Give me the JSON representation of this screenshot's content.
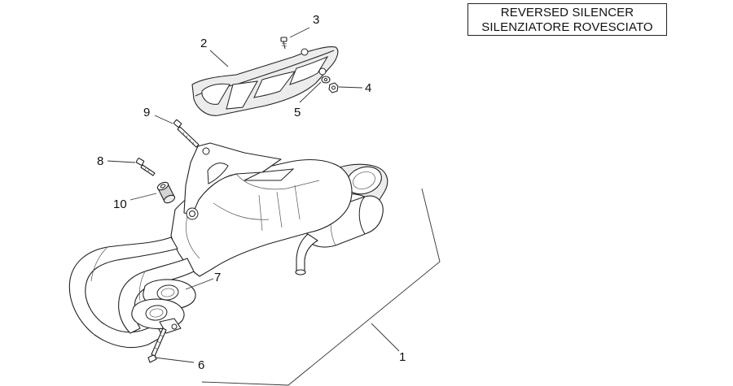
{
  "title_box": {
    "line1": "REVERSED SILENCER",
    "line2": "SILENZIATORE ROVESCIATO"
  },
  "callouts": {
    "c1": "1",
    "c2": "2",
    "c3": "3",
    "c4": "4",
    "c5": "5",
    "c6": "6",
    "c7": "7",
    "c8": "8",
    "c9": "9",
    "c10": "10"
  }
}
